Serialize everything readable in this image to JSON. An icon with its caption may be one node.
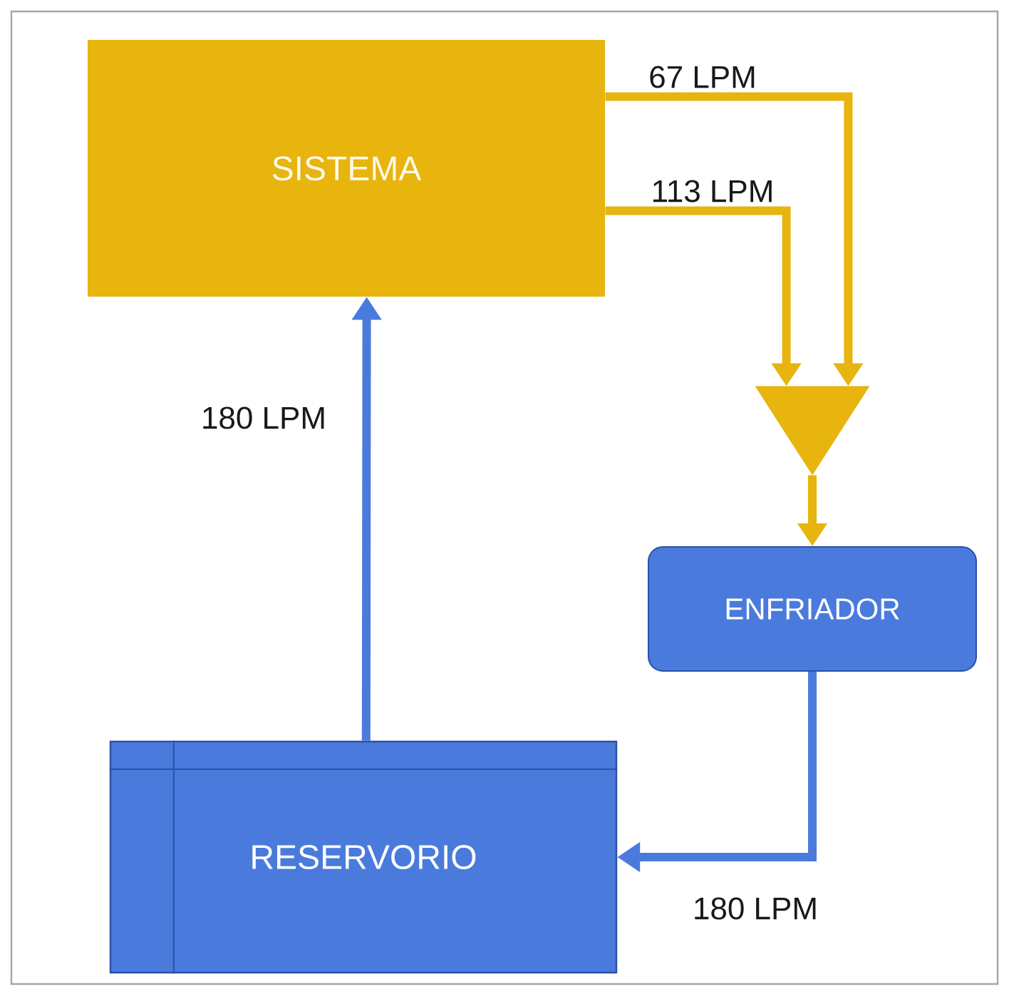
{
  "diagram": {
    "nodes": [
      {
        "text": [
          "SISTEMA"
        ]
      },
      {
        "text": [],
        "shape": "triangle"
      },
      {
        "text": [
          "ENFRIADOR"
        ]
      },
      {
        "text": [
          "RESERVORIO"
        ]
      }
    ],
    "edges": [
      {
        "from": 0,
        "to": 1,
        "arrow": "to",
        "label": "67 LPM"
      },
      {
        "from": 0,
        "to": 1,
        "arrow": "to",
        "label": "113 LPM"
      },
      {
        "from": 1,
        "to": 2,
        "arrow": "to"
      },
      {
        "from": 2,
        "to": 3,
        "arrow": "to",
        "label": "180 LPM",
        "color": "#4a7bdc"
      },
      {
        "from": 3,
        "to": 0,
        "arrow": "to",
        "label": "180 LPM",
        "color": "#4a7bdc"
      }
    ]
  }
}
